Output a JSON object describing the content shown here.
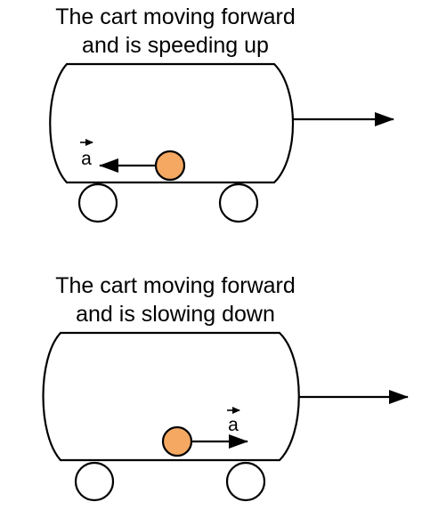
{
  "panels": [
    {
      "caption_line1": "The cart moving forward",
      "caption_line2": "and is speeding up",
      "accel_label": "a",
      "accel_direction": "backward"
    },
    {
      "caption_line1": "The cart moving forward",
      "caption_line2": "and is slowing down",
      "accel_label": "a",
      "accel_direction": "forward"
    }
  ],
  "colors": {
    "ball_fill": "#F5A862",
    "stroke": "#000000",
    "background": "#FFFFFF"
  }
}
